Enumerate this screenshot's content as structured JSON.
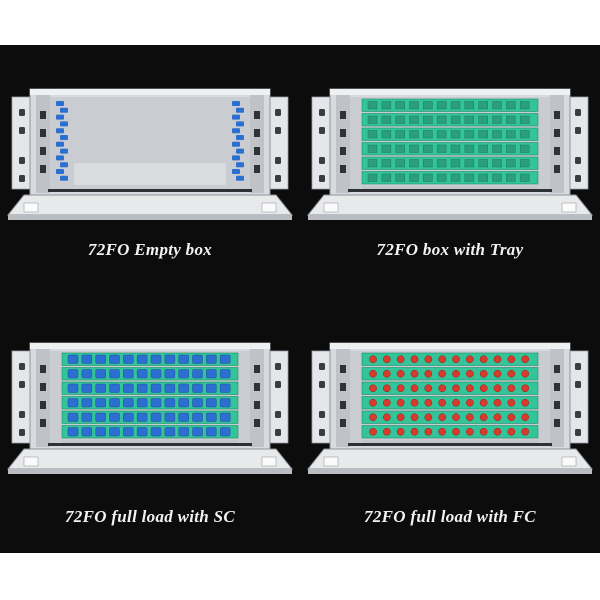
{
  "panels": [
    {
      "caption": "72FO Empty box",
      "variant": "empty"
    },
    {
      "caption": "72FO box with Tray",
      "variant": "tray"
    },
    {
      "caption": "72FO full load with SC",
      "variant": "sc"
    },
    {
      "caption": "72FO full load with FC",
      "variant": "fc"
    }
  ],
  "colors": {
    "background": "#0c0c0c",
    "frame": "#d7dade",
    "tray": "#33c49a",
    "sc_adapter": "#2d6fd1",
    "fc_adapter": "#d83a2e",
    "caption": "#f2f2f2"
  }
}
